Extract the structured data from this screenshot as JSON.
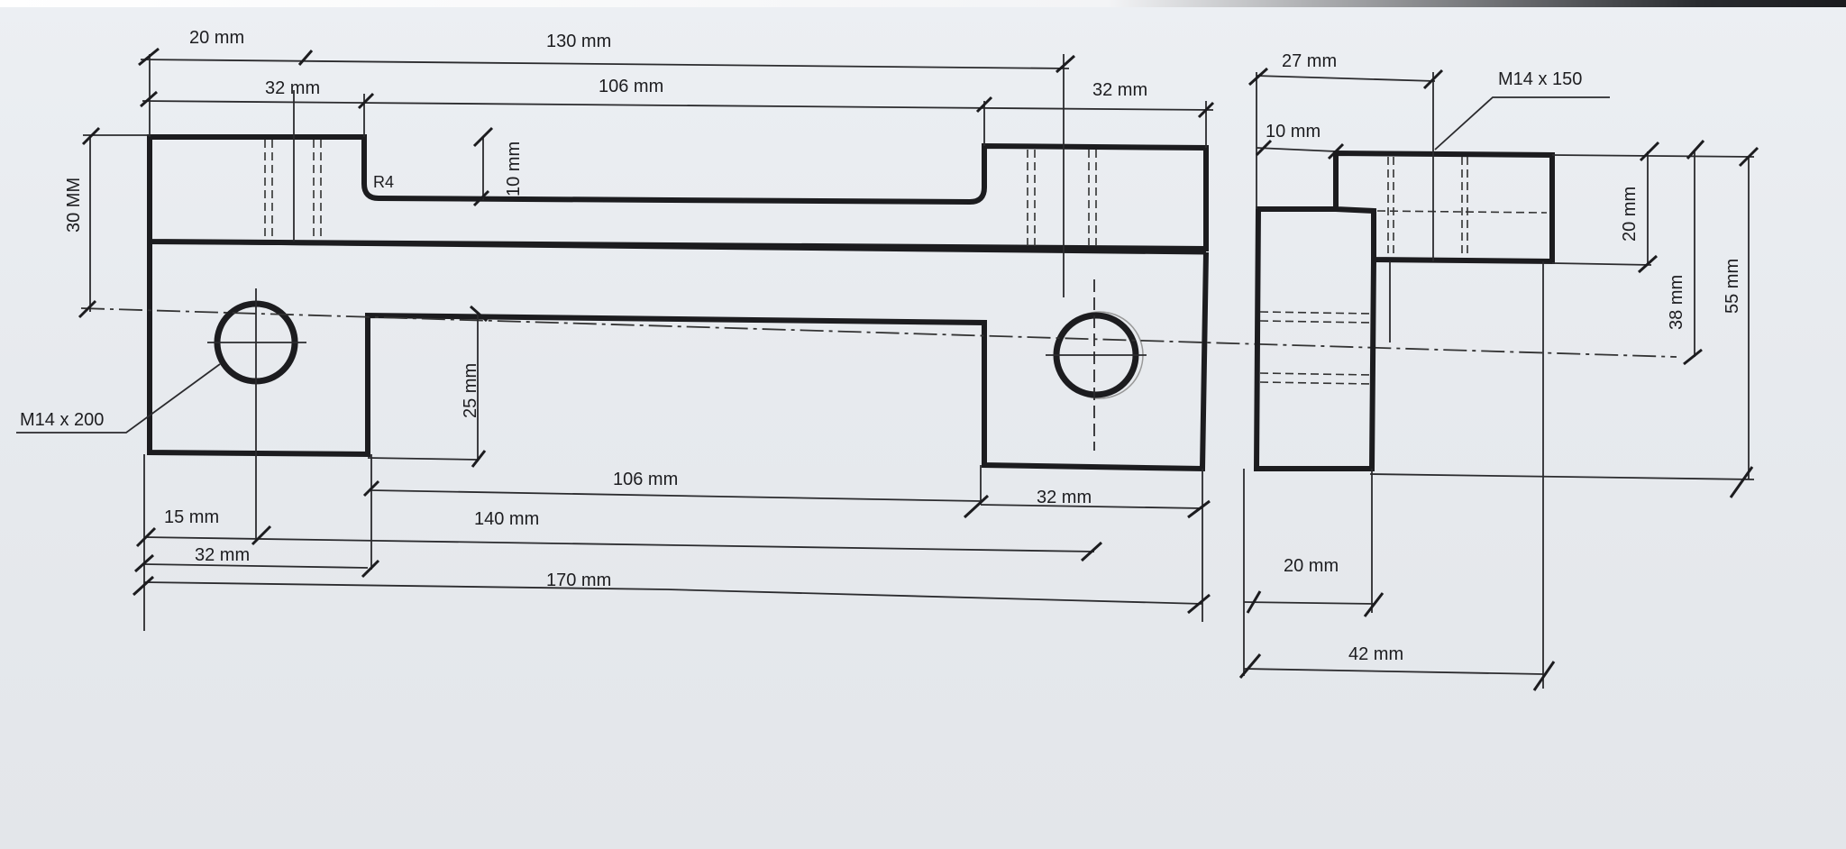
{
  "drawing": {
    "front_view": {
      "labels": {
        "d_20_top": "20 mm",
        "d_130": "130 mm",
        "d_32_top_left": "32 mm",
        "d_106_top": "106 mm",
        "d_32_top_right": "32 mm",
        "d_30_left": "30 MM",
        "r4": "R4",
        "d_10_slot": "10 mm",
        "d_25": "25 mm",
        "thread_m14x200": "M14 x 200",
        "d_106_bottom": "106 mm",
        "d_32_bottom_right": "32 mm",
        "d_15": "15 mm",
        "d_140": "140 mm",
        "d_32_bottom_left": "32 mm",
        "d_170": "170 mm"
      }
    },
    "side_view": {
      "labels": {
        "d_27": "27 mm",
        "thread_m14x150": "M14 x 150",
        "d_10": "10 mm",
        "d_20_right": "20 mm",
        "d_38": "38 mm",
        "d_55": "55 mm",
        "d_20_bottom": "20 mm",
        "d_42": "42 mm"
      }
    }
  }
}
